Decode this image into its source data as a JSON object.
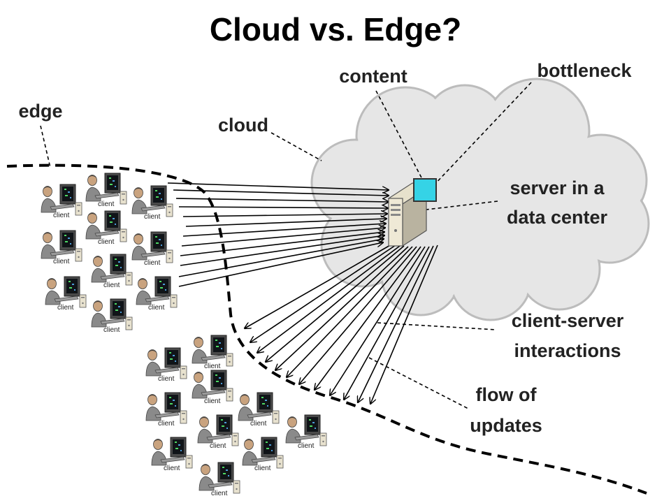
{
  "title": "Cloud vs. Edge?",
  "labels": {
    "edge": "edge",
    "cloud": "cloud",
    "content": "content",
    "bottleneck": "bottleneck",
    "server_line1": "server in a",
    "server_line2": "data center",
    "interactions_line1": "client-server",
    "interactions_line2": "interactions",
    "updates_line1": "flow of",
    "updates_line2": "updates"
  },
  "client_label": "client",
  "colors": {
    "cloud_fill": "#e6e6e6",
    "cloud_stroke": "#bcbcbc",
    "content_box": "#35d3e6",
    "line": "#000000"
  },
  "icons": [
    "computer-user-icon",
    "server-icon",
    "content-box-icon"
  ]
}
